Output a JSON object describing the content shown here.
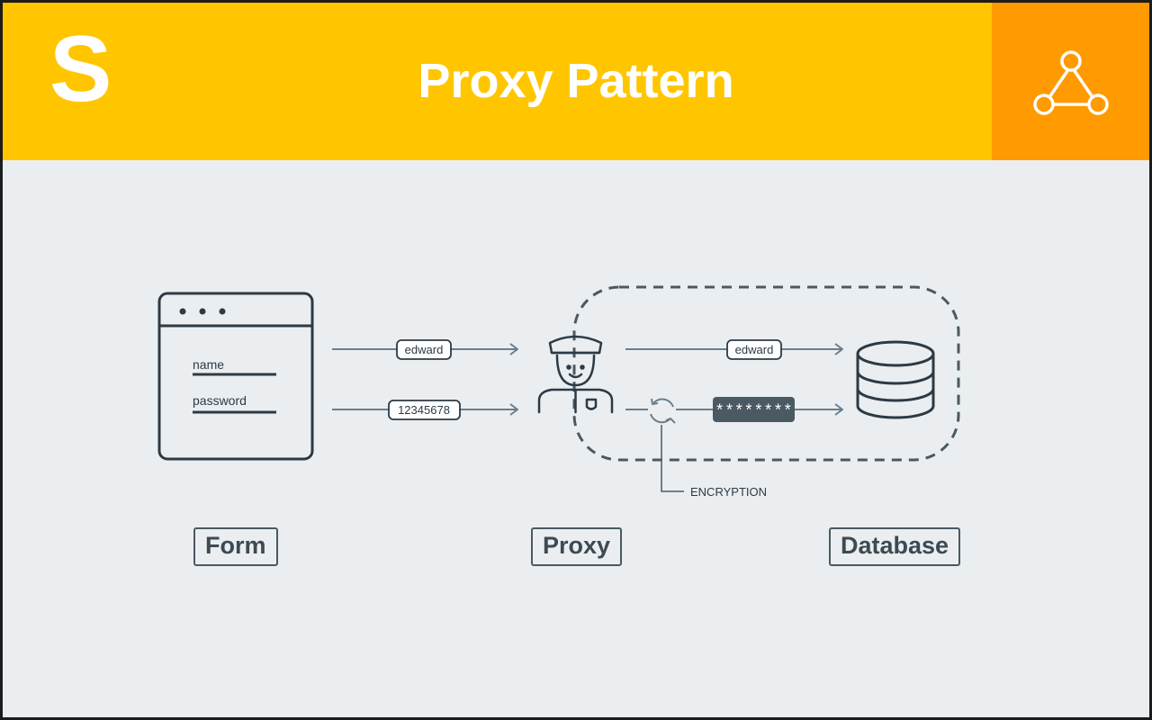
{
  "header": {
    "logo_letter": "S",
    "title": "Proxy Pattern",
    "corner_icon": "share-triangle-icon"
  },
  "form": {
    "field_name_label": "name",
    "field_password_label": "password",
    "caption": "Form"
  },
  "flow": {
    "username_value": "edward",
    "password_value": "12345678",
    "username_forwarded": "edward",
    "password_encrypted": "********",
    "encryption_label": "ENCRYPTION"
  },
  "proxy": {
    "caption": "Proxy"
  },
  "database": {
    "caption": "Database"
  },
  "colors": {
    "header_bg": "#ffc600",
    "corner_bg": "#ff9a00",
    "canvas_bg": "#ebeef1",
    "arrow": "#6a7f8d",
    "ink": "#2c3a44",
    "encrypted_badge": "#4a5962"
  }
}
